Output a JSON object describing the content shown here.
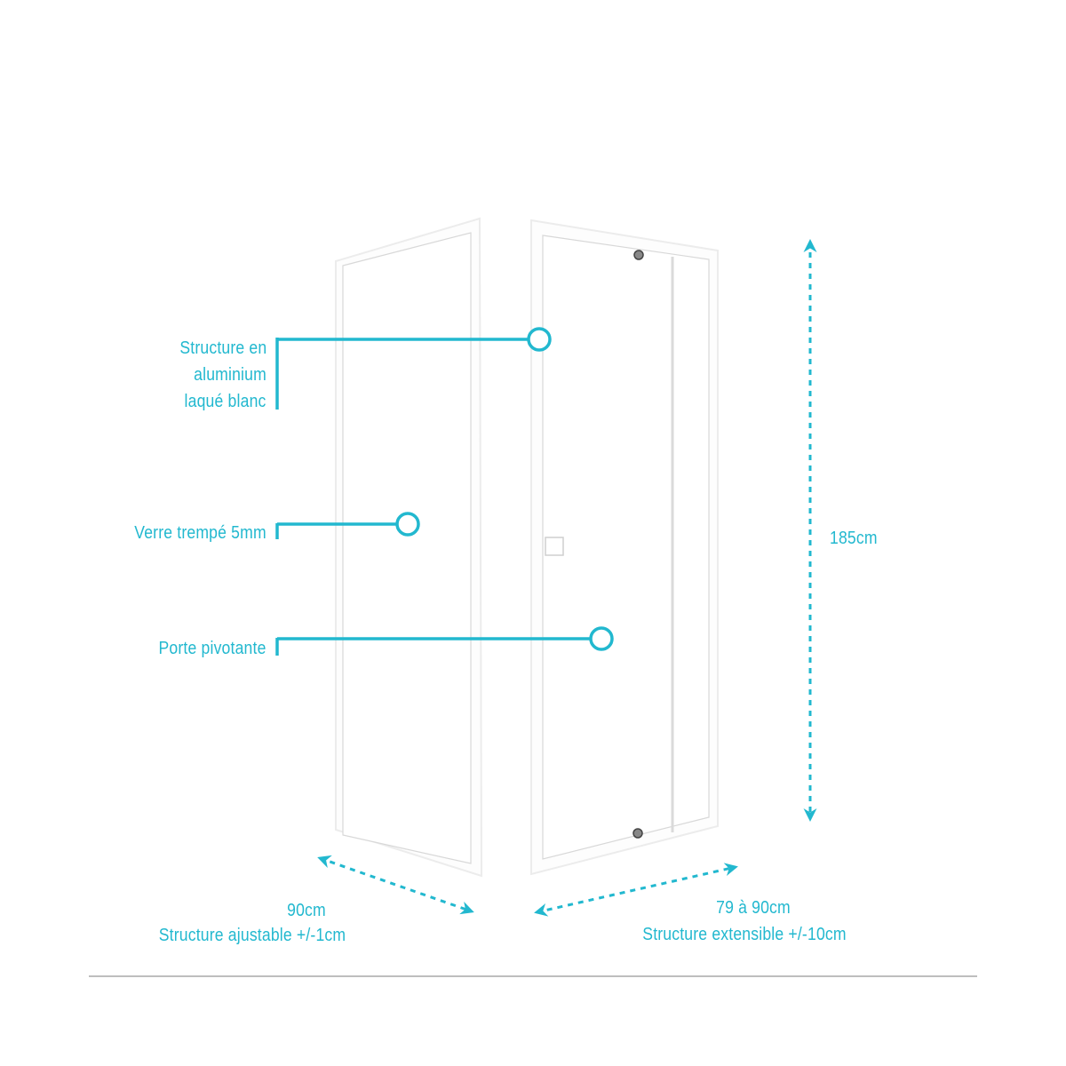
{
  "accent_color": "#22b8cf",
  "callouts": [
    {
      "lines": [
        "Structure en",
        "aluminium",
        "laqué blanc"
      ]
    },
    {
      "lines": [
        "Verre trempé 5mm"
      ]
    },
    {
      "lines": [
        "Porte pivotante"
      ]
    }
  ],
  "dimensions": {
    "height": "185cm",
    "left_width": "90cm",
    "left_note": "Structure ajustable +/-1cm",
    "right_width": "79 à 90cm",
    "right_note": "Structure extensible +/-10cm"
  }
}
